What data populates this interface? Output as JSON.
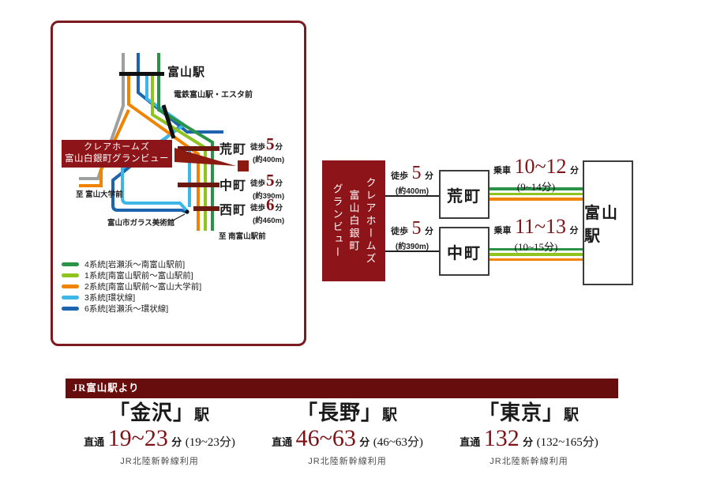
{
  "colors": {
    "accent_red": "#7c1316",
    "maroon_box": "#8d1418",
    "station_bar": "#6b190f",
    "banner": "#670d0d",
    "line_green": "#2b9348",
    "line_lightgreen": "#8fc31f",
    "line_orange": "#f08300",
    "line_lightblue": "#3eb7e8",
    "line_darkblue": "#1c64ad",
    "line_gray": "#9e9f9f"
  },
  "map": {
    "toyama_station": "富山駅",
    "dentetsu_label": "電鉄富山駅・エスタ前",
    "property": {
      "line1": "クレアホームズ",
      "line2": "富山白銀町グランビュー"
    },
    "to_university": "至 富山大学前",
    "glass_museum": "富山市ガラス美術館",
    "to_minamitoyama": "至 南富山駅前",
    "stations": [
      {
        "name": "荒町",
        "walk_label": "徒歩",
        "minutes": "5",
        "unit": "分",
        "distance": "(約400m)"
      },
      {
        "name": "中町",
        "walk_label": "徒歩",
        "minutes": "5",
        "unit": "分",
        "distance": "(約390m)"
      },
      {
        "name": "西町",
        "walk_label": "徒歩",
        "minutes": "6",
        "unit": "分",
        "distance": "(約460m)"
      }
    ],
    "legend": [
      {
        "label": "4系統[岩瀬浜〜南富山駅前]",
        "color": "#2b9348"
      },
      {
        "label": "1系統[南富山駅前〜富山駅前]",
        "color": "#8fc31f"
      },
      {
        "label": "2系統[南富山駅前〜富山大学前]",
        "color": "#f08300"
      },
      {
        "label": "3系統[環状線]",
        "color": "#3eb7e8"
      },
      {
        "label": "6系統[岩瀬浜〜環状線]",
        "color": "#1c64ad"
      }
    ]
  },
  "route_diagram": {
    "property_lines": [
      "クレアホームズ",
      "富山白銀町",
      "グランビュー"
    ],
    "destination": "富山駅",
    "routes": [
      {
        "station": "荒町",
        "walk_label": "徒歩",
        "walk_minutes": "5",
        "unit": "分",
        "walk_distance": "(約400m)",
        "ride_label": "乗車",
        "ride_minutes": "10~12",
        "ride_unit": "分",
        "ride_range": "(9~14分)"
      },
      {
        "station": "中町",
        "walk_label": "徒歩",
        "walk_minutes": "5",
        "unit": "分",
        "walk_distance": "(約390m)",
        "ride_label": "乗車",
        "ride_minutes": "11~13",
        "ride_unit": "分",
        "ride_range": "(10~15分)"
      }
    ]
  },
  "shinkansen": {
    "banner_title": "JR富山駅より",
    "destinations": [
      {
        "name": "「金沢」",
        "suffix": "駅",
        "direct_label": "直通",
        "minutes": "19~23",
        "unit": "分",
        "range": "(19~23分)",
        "note": "JR北陸新幹線利用"
      },
      {
        "name": "「長野」",
        "suffix": "駅",
        "direct_label": "直通",
        "minutes": "46~63",
        "unit": "分",
        "range": "(46~63分)",
        "note": "JR北陸新幹線利用"
      },
      {
        "name": "「東京」",
        "suffix": "駅",
        "direct_label": "直通",
        "minutes": "132",
        "unit": "分",
        "range": "(132~165分)",
        "note": "JR北陸新幹線利用"
      }
    ]
  }
}
